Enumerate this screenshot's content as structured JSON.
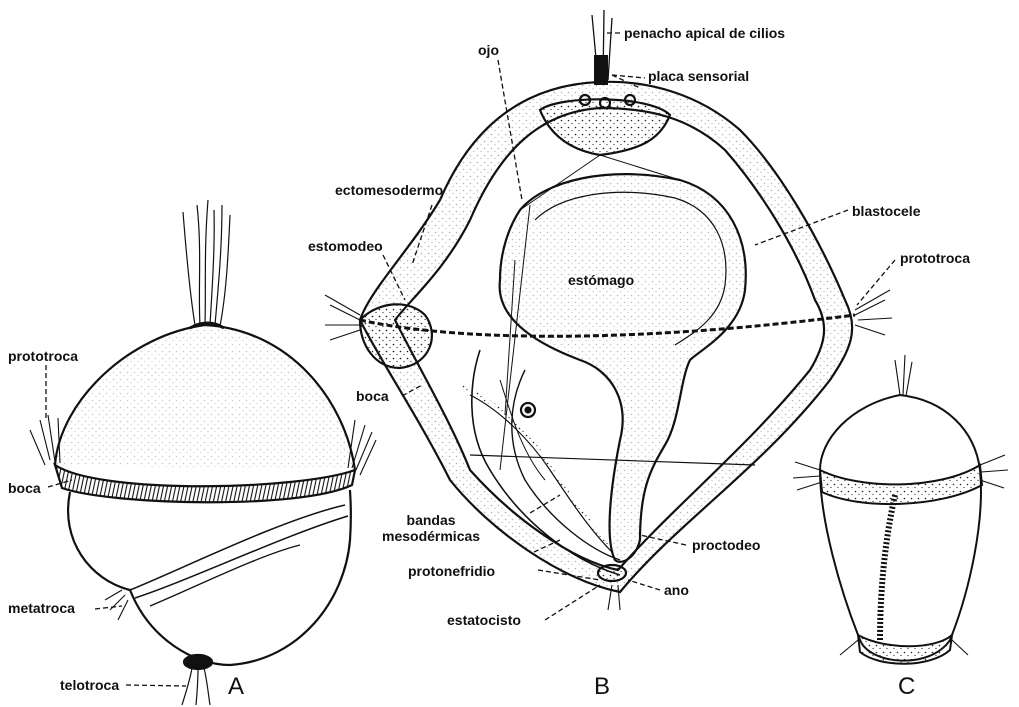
{
  "figure_a": {
    "panel_label": "A",
    "labels": {
      "prototroca": "prototroca",
      "boca": "boca",
      "metatroca": "metatroca",
      "telotroca": "telotroca"
    }
  },
  "figure_b": {
    "panel_label": "B",
    "labels": {
      "penacho": "penacho apical de cilios",
      "placa": "placa sensorial",
      "ojo": "ojo",
      "ectomesodermo": "ectomesodermo",
      "blastocele": "blastocele",
      "estomodeo": "estomodeo",
      "estomago": "estómago",
      "prototroca": "prototroca",
      "boca": "boca",
      "bandas": "bandas\nmesodérmicas",
      "proctodeo": "proctodeo",
      "protonefridio": "protonefridio",
      "ano": "ano",
      "estatocisto": "estatocisto"
    }
  },
  "figure_c": {
    "panel_label": "C"
  },
  "colors": {
    "ink": "#111111",
    "background": "#ffffff"
  }
}
